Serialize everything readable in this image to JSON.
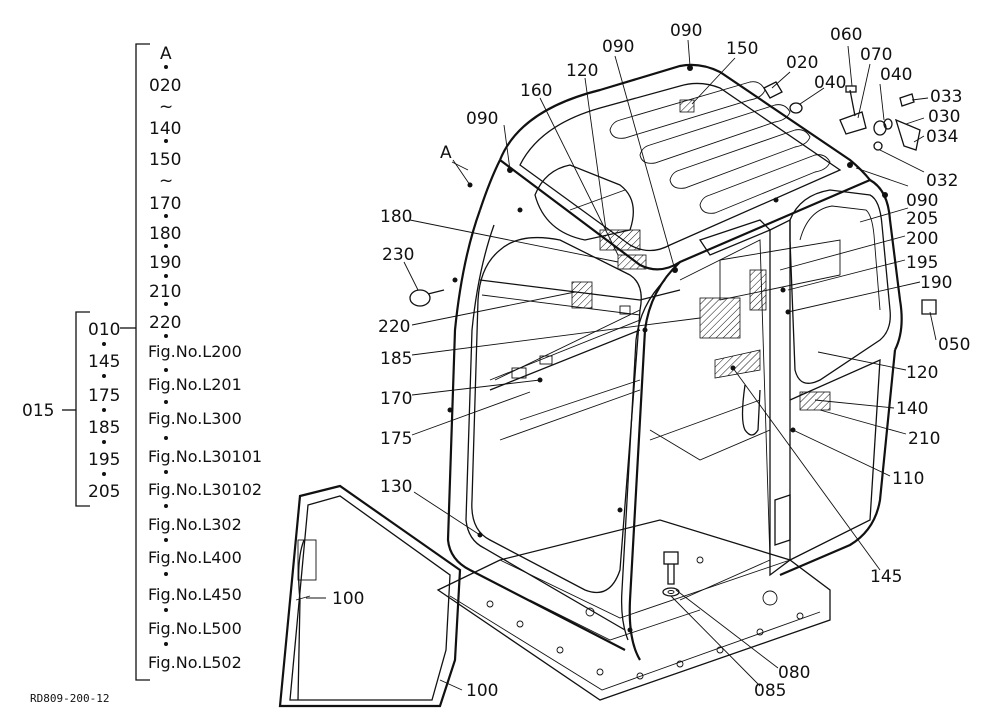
{
  "ref_code": "RD809-200-12",
  "assembly_list": {
    "top_marker": "A",
    "items": [
      "020",
      "~",
      "140",
      "150",
      "~",
      "170",
      "180",
      "190",
      "210",
      "220"
    ]
  },
  "sub_list": {
    "group_label": "015",
    "items": [
      "010",
      "145",
      "175",
      "185",
      "195",
      "205"
    ]
  },
  "figure_refs": [
    "Fig.No.L200",
    "Fig.No.L201",
    "Fig.No.L300",
    "Fig.No.L30101",
    "Fig.No.L30102",
    "Fig.No.L302",
    "Fig.No.L400",
    "Fig.No.L450",
    "Fig.No.L500",
    "Fig.No.L502"
  ],
  "callouts": {
    "c090a": "090",
    "c090b": "090",
    "c090c": "090",
    "c090d": "090",
    "c150": "150",
    "c020": "020",
    "c040a": "040",
    "c060": "060",
    "c070": "070",
    "c040b": "040",
    "c033": "033",
    "c030": "030",
    "c034": "034",
    "c032": "032",
    "c120a": "120",
    "c160": "160",
    "cA": "A",
    "c180": "180",
    "c230": "230",
    "c220": "220",
    "c185": "185",
    "c170": "170",
    "c175": "175",
    "c130": "130",
    "c205": "205",
    "c200": "200",
    "c195": "195",
    "c190": "190",
    "c050": "050",
    "c120b": "120",
    "c140": "140",
    "c210": "210",
    "c110": "110",
    "c145": "145",
    "c080": "080",
    "c085": "085",
    "c100a": "100",
    "c100b": "100"
  }
}
